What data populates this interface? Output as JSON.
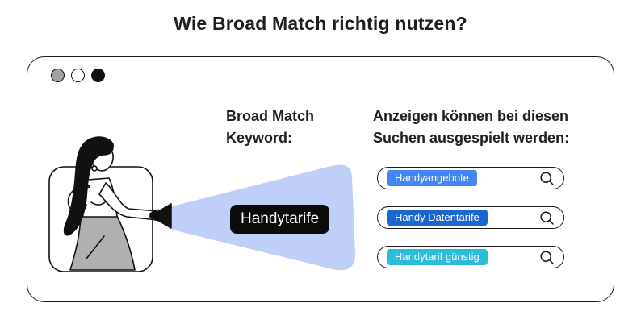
{
  "page_title": "Wie Broad Match richtig nutzen?",
  "browser_window": {
    "controls": [
      {
        "label": "window-control-1",
        "color": "#A2A2A2"
      },
      {
        "label": "window-control-2",
        "color": "#FFFFFF"
      },
      {
        "label": "window-control-3",
        "color": "#111111"
      }
    ]
  },
  "broad_match": {
    "label_line1": "Broad Match",
    "label_line2": "Keyword:",
    "keyword": "Handytarife"
  },
  "results": {
    "heading_line1": "Anzeigen können bei diesen",
    "heading_line2": "Suchen ausgespielt werden:",
    "searches": [
      {
        "query": "Handyangebote",
        "highlight_color": "#4285F4"
      },
      {
        "query": "Handy Datentarife",
        "highlight_color": "#1967D2"
      },
      {
        "query": "Handytarif günstig",
        "highlight_color": "#2ABCD9"
      }
    ]
  },
  "colors": {
    "beam": "#BFCFF7",
    "keyword_bg": "#0B0B0B",
    "skirt": "#B0B0B0"
  }
}
